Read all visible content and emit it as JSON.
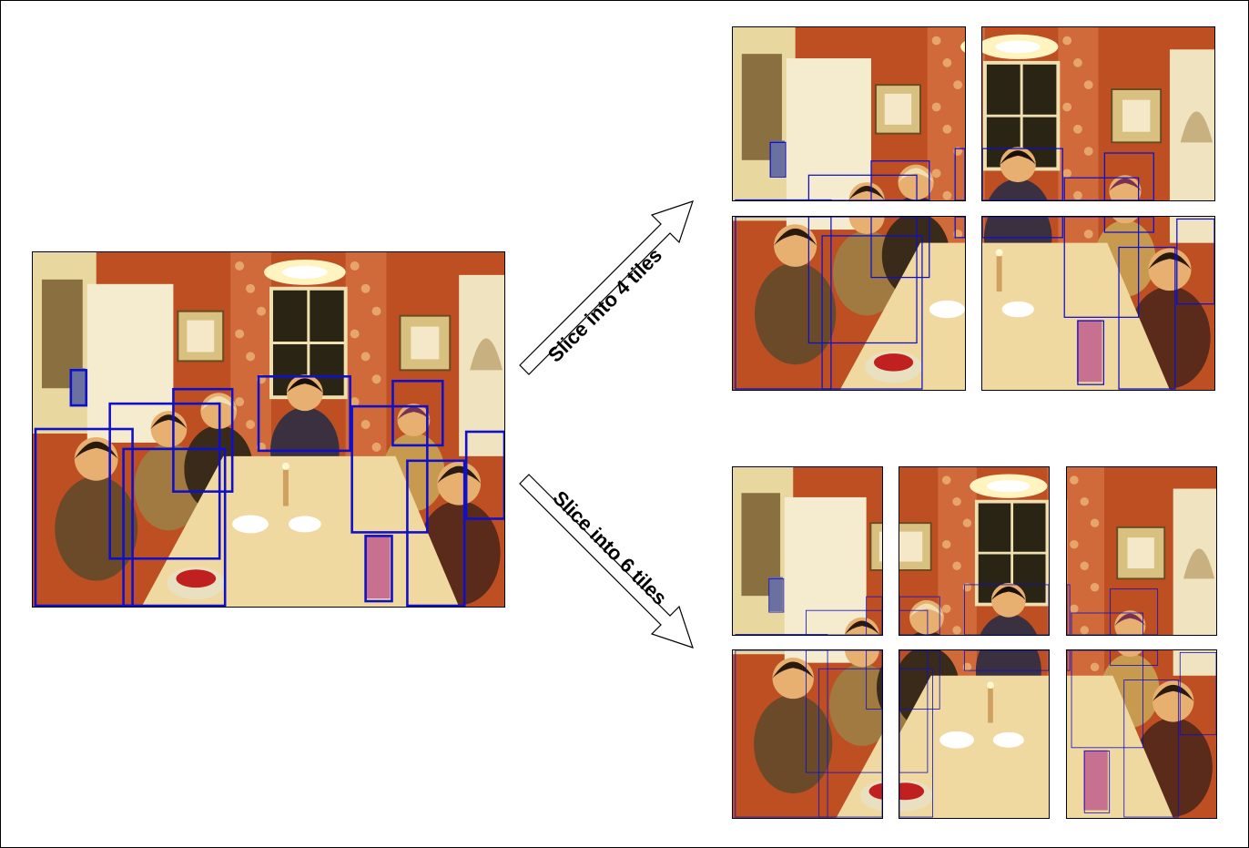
{
  "colors": {
    "box": "#1010c8",
    "wall": "#b03a1c",
    "table": "#f0d9a0",
    "window": "#2a2414"
  },
  "arrows": {
    "four_tiles_label": "Slice into 4 tiles",
    "six_tiles_label": "Slice into 6 tiles"
  },
  "images": {
    "original": {
      "name": "original-photo",
      "icon": "dinner-party-photo"
    },
    "four_tile_grid": {
      "rows": 2,
      "cols": 2
    },
    "six_tile_grid": {
      "rows": 2,
      "cols": 3
    }
  }
}
